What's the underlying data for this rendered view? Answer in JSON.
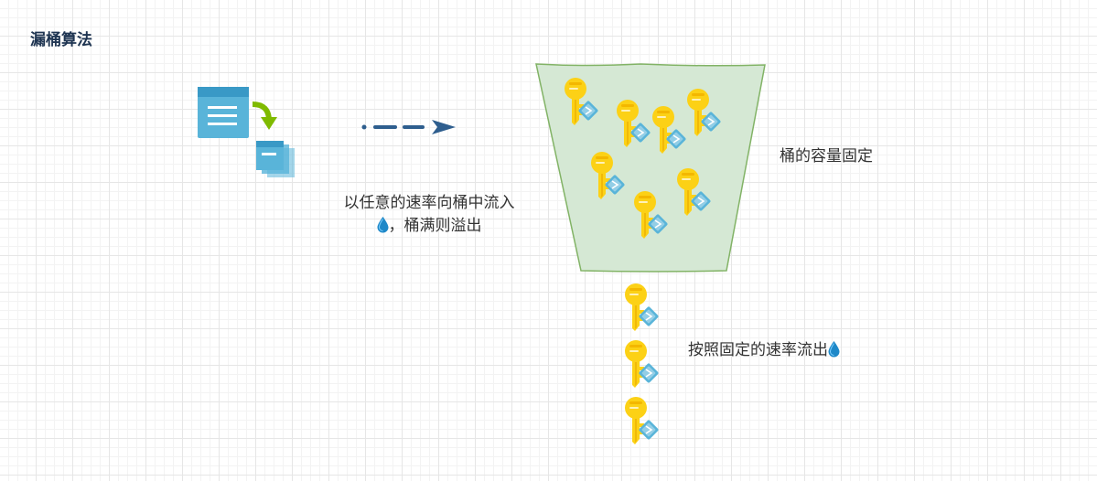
{
  "title": "漏桶算法",
  "labels": {
    "inflow_line1": "以任意的速率向桶中流入",
    "inflow_line2": "，桶满则溢出",
    "bucket": "桶的容量固定",
    "outflow": "按照固定的速率流出"
  },
  "colors": {
    "bucket_fill": "#d5e8d4",
    "bucket_stroke": "#82b366",
    "key": "#fcd116",
    "badge": "#59b4d9",
    "arrow": "#2e5e8e",
    "title": "#1f3552"
  },
  "icons": {
    "source": "message-queue-icon",
    "key": "key-icon",
    "drop": "water-drop-icon"
  }
}
